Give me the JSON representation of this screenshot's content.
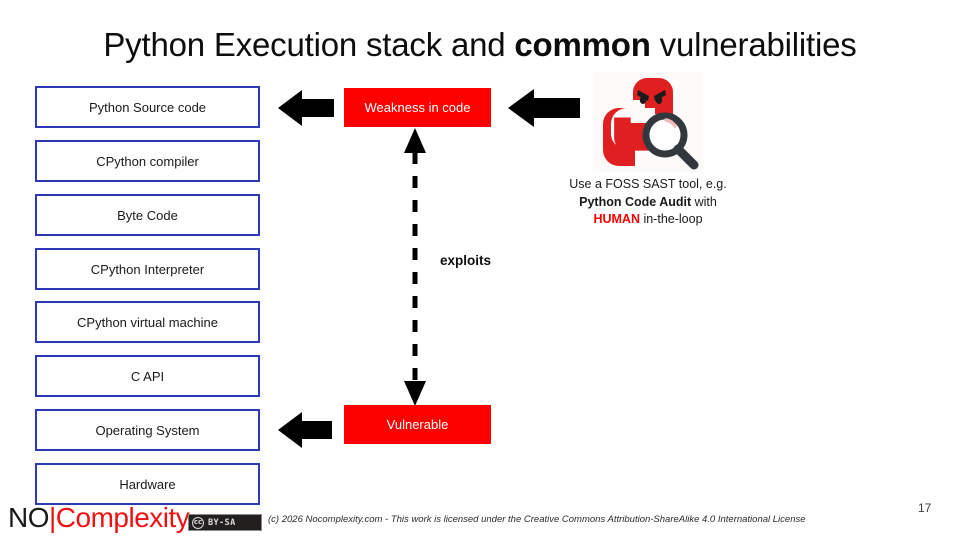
{
  "slide": {
    "title_part1": "Python Execution stack and ",
    "title_bold": "common",
    "title_part2": " vulnerabilities",
    "page_number": "17"
  },
  "stack": {
    "items": [
      {
        "label": "Python Source code"
      },
      {
        "label": "CPython compiler"
      },
      {
        "label": "Byte Code"
      },
      {
        "label": "CPython Interpreter"
      },
      {
        "label": "CPython virtual machine"
      },
      {
        "label": "C API"
      },
      {
        "label": "Operating System"
      },
      {
        "label": "Hardware"
      }
    ],
    "border_color": "#2c3bb5"
  },
  "flow": {
    "weakness_label": "Weakness in code",
    "vulnerable_label": "Vulnerable",
    "exploits_label": "exploits",
    "red_color": "#fd0000",
    "arrow_color": "#000000"
  },
  "recommendation": {
    "line1": "Use a FOSS SAST tool, e.g.",
    "tool_name": "Python Code Audit",
    "line2_tail": " with",
    "human": "HUMAN",
    "line3_tail": " in-the-loop",
    "human_color": "#fb0000"
  },
  "footer": {
    "logo_no": "NO",
    "logo_bar": "|",
    "logo_complexity": "Complexity",
    "cc_mark": "cc",
    "cc_text": "BY-SA",
    "license": "(c) 2026 Nocomplexity.com - This work is licensed under the Creative Commons Attribution-ShareAlike 4.0 International License"
  }
}
